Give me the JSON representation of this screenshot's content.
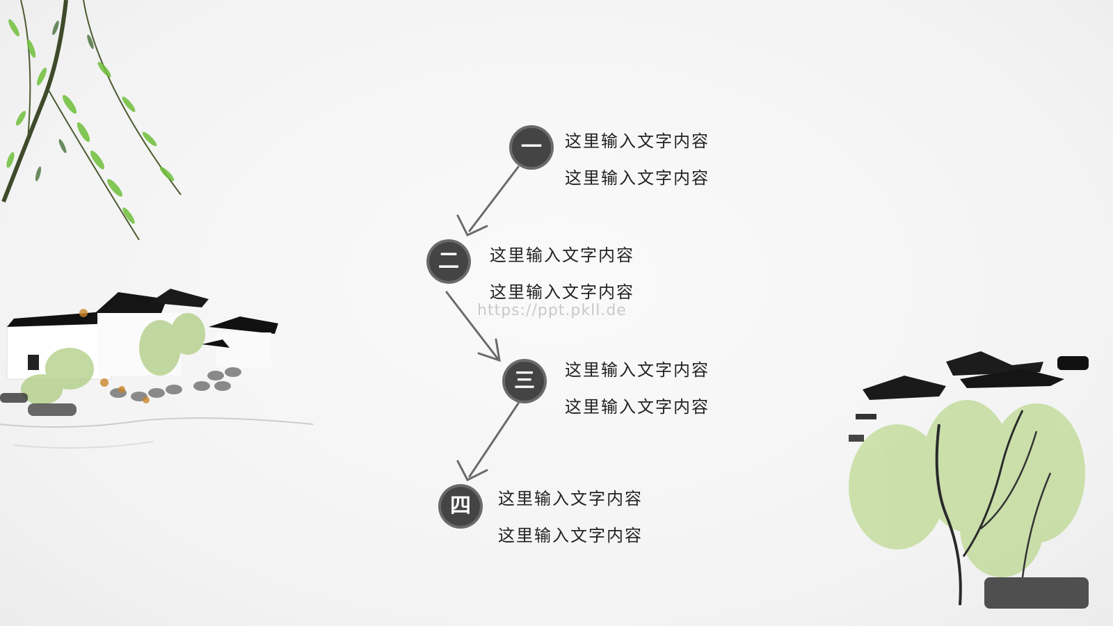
{
  "steps": [
    {
      "num": "一",
      "line1": "这里输入文字内容",
      "line2": "这里输入文字内容"
    },
    {
      "num": "二",
      "line1": "这里输入文字内容",
      "line2": "这里输入文字内容"
    },
    {
      "num": "三",
      "line1": "这里输入文字内容",
      "line2": "这里输入文字内容"
    },
    {
      "num": "四",
      "line1": "这里输入文字内容",
      "line2": "这里输入文字内容"
    }
  ],
  "watermark": "https://ppt.pkll.de",
  "colors": {
    "ink": "#555555",
    "leaf": "#6fbf3a",
    "text": "#222222"
  }
}
